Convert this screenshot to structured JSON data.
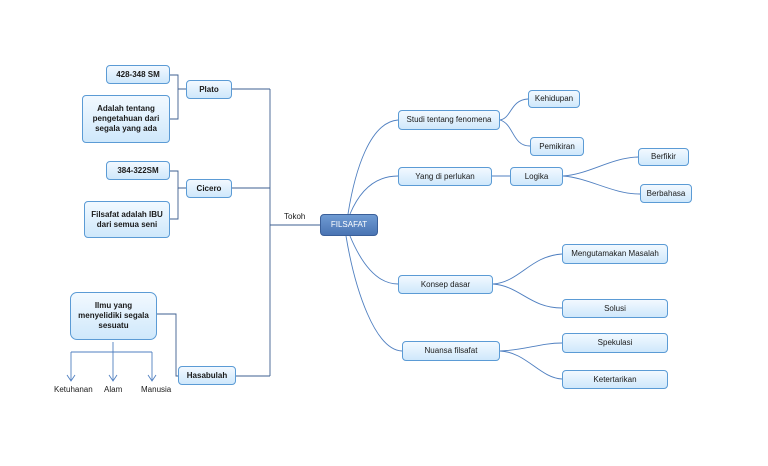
{
  "root": "FILSAFAT",
  "link_label": "Tokoh",
  "left": {
    "plato": {
      "name": "Plato",
      "years": "428-348 SM",
      "definition": "Adalah tentang pengetahuan dari segala yang ada"
    },
    "cicero": {
      "name": "Cicero",
      "years": "384-322SM",
      "definition": "Filsafat adalah IBU dari semua seni"
    },
    "hasabulah": {
      "name": "Hasabulah",
      "definition": "Ilmu yang menyelidiki segala sesuatu",
      "children": [
        "Ketuhanan",
        "Alam",
        "Manusia"
      ]
    }
  },
  "right": {
    "studi": {
      "label": "Studi tentang fenomena",
      "children": [
        "Kehidupan",
        "Pemikiran"
      ]
    },
    "perlukan": {
      "label": "Yang di perlukan",
      "child": "Logika",
      "grandchildren": [
        "Berfikir",
        "Berbahasa"
      ]
    },
    "konsep": {
      "label": "Konsep dasar",
      "children": [
        "Mengutamakan Masalah",
        "Solusi"
      ]
    },
    "nuansa": {
      "label": "Nuansa filsafat",
      "children": [
        "Spekulasi",
        "Ketertarikan"
      ]
    }
  }
}
